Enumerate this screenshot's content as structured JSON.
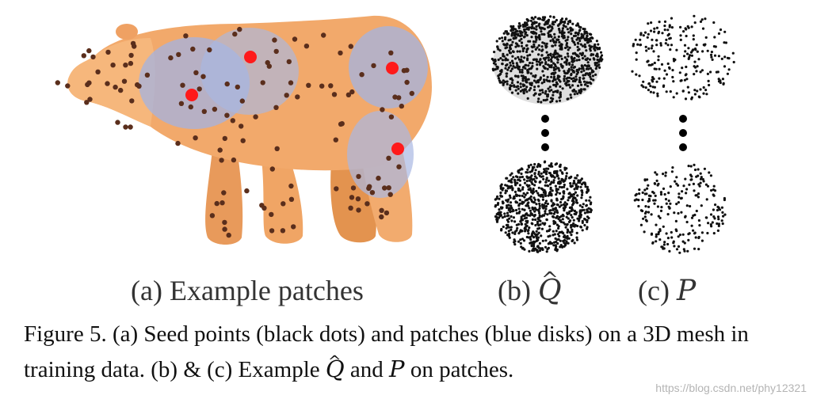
{
  "figure": {
    "label_a": "(a) Example patches",
    "label_b_prefix": "(b)",
    "label_b_symbol": "Q",
    "label_c_prefix": "(c)",
    "label_c_symbol": "P",
    "colors": {
      "bear_body": "#f2a96b",
      "bear_shadow": "#d78a4d",
      "seed_dot": "#5a2e1c",
      "patch_disk": "#9fb3e6",
      "patch_center": "#ff1a1a",
      "cloud_dot": "#111111"
    }
  },
  "caption": {
    "text_1": "Figure 5. (a) Seed points (black dots) and patches (blue disks) on a 3D mesh in training data. (b) & (c) Example ",
    "symbol_q": "Q",
    "text_2": " and ",
    "symbol_p": "P",
    "text_3": " on patches."
  },
  "watermark": "https://blog.csdn.net/phy12321"
}
